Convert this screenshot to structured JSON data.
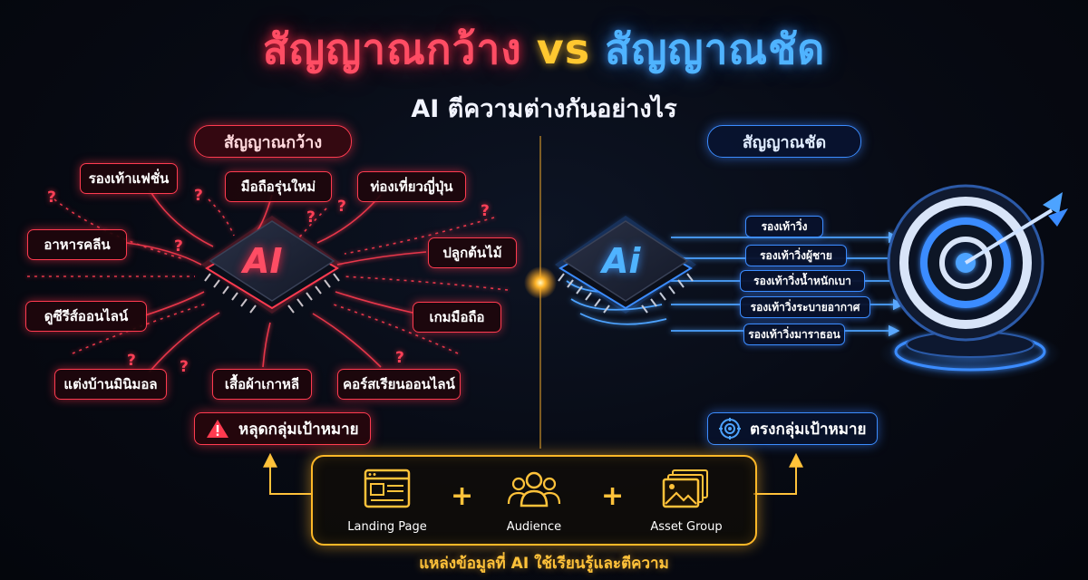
{
  "title": {
    "left": "สัญญาณกว้าง",
    "vs": "vs",
    "right": "สัญญาณชัด",
    "subtitle": "AI ตีความต่างกันอย่างไร"
  },
  "left_panel": {
    "heading": "สัญญาณกว้าง",
    "chip_label": "AI",
    "tags": [
      "รองเท้าแฟชั่น",
      "มือถือรุ่นใหม่",
      "ท่องเที่ยวญี่ปุ่น",
      "อาหารคลีน",
      "ปลูกต้นไม้",
      "ดูซีรีส์ออนไลน์",
      "เกมมือถือ",
      "แต่งบ้านมินิมอล",
      "เสื้อผ้าเกาหลี",
      "คอร์สเรียนออนไลน์"
    ],
    "status": "หลุดกลุ่มเป้าหมาย",
    "status_icon": "warning-icon",
    "question_mark": "?",
    "accent": "#ff3b50"
  },
  "right_panel": {
    "heading": "สัญญาณชัด",
    "chip_label": "Ai",
    "tags": [
      "รองเท้าวิ่ง",
      "รองเท้าวิ่งผู้ชาย",
      "รองเท้าวิ่งน้ำหนักเบา",
      "รองเท้าวิ่งระบายอากาศ",
      "รองเท้าวิ่งมาราธอน"
    ],
    "status": "ตรงกลุ่มเป้าหมาย",
    "status_icon": "target-icon",
    "accent": "#3b8cff"
  },
  "sources": {
    "items": [
      {
        "label": "Landing Page",
        "icon": "landing-page-icon"
      },
      {
        "label": "Audience",
        "icon": "audience-icon"
      },
      {
        "label": "Asset Group",
        "icon": "asset-group-icon"
      }
    ],
    "plus": "+",
    "caption": "แหล่งข้อมูลที่ AI ใช้เรียนรู้และตีความ",
    "accent": "#ffb828"
  }
}
